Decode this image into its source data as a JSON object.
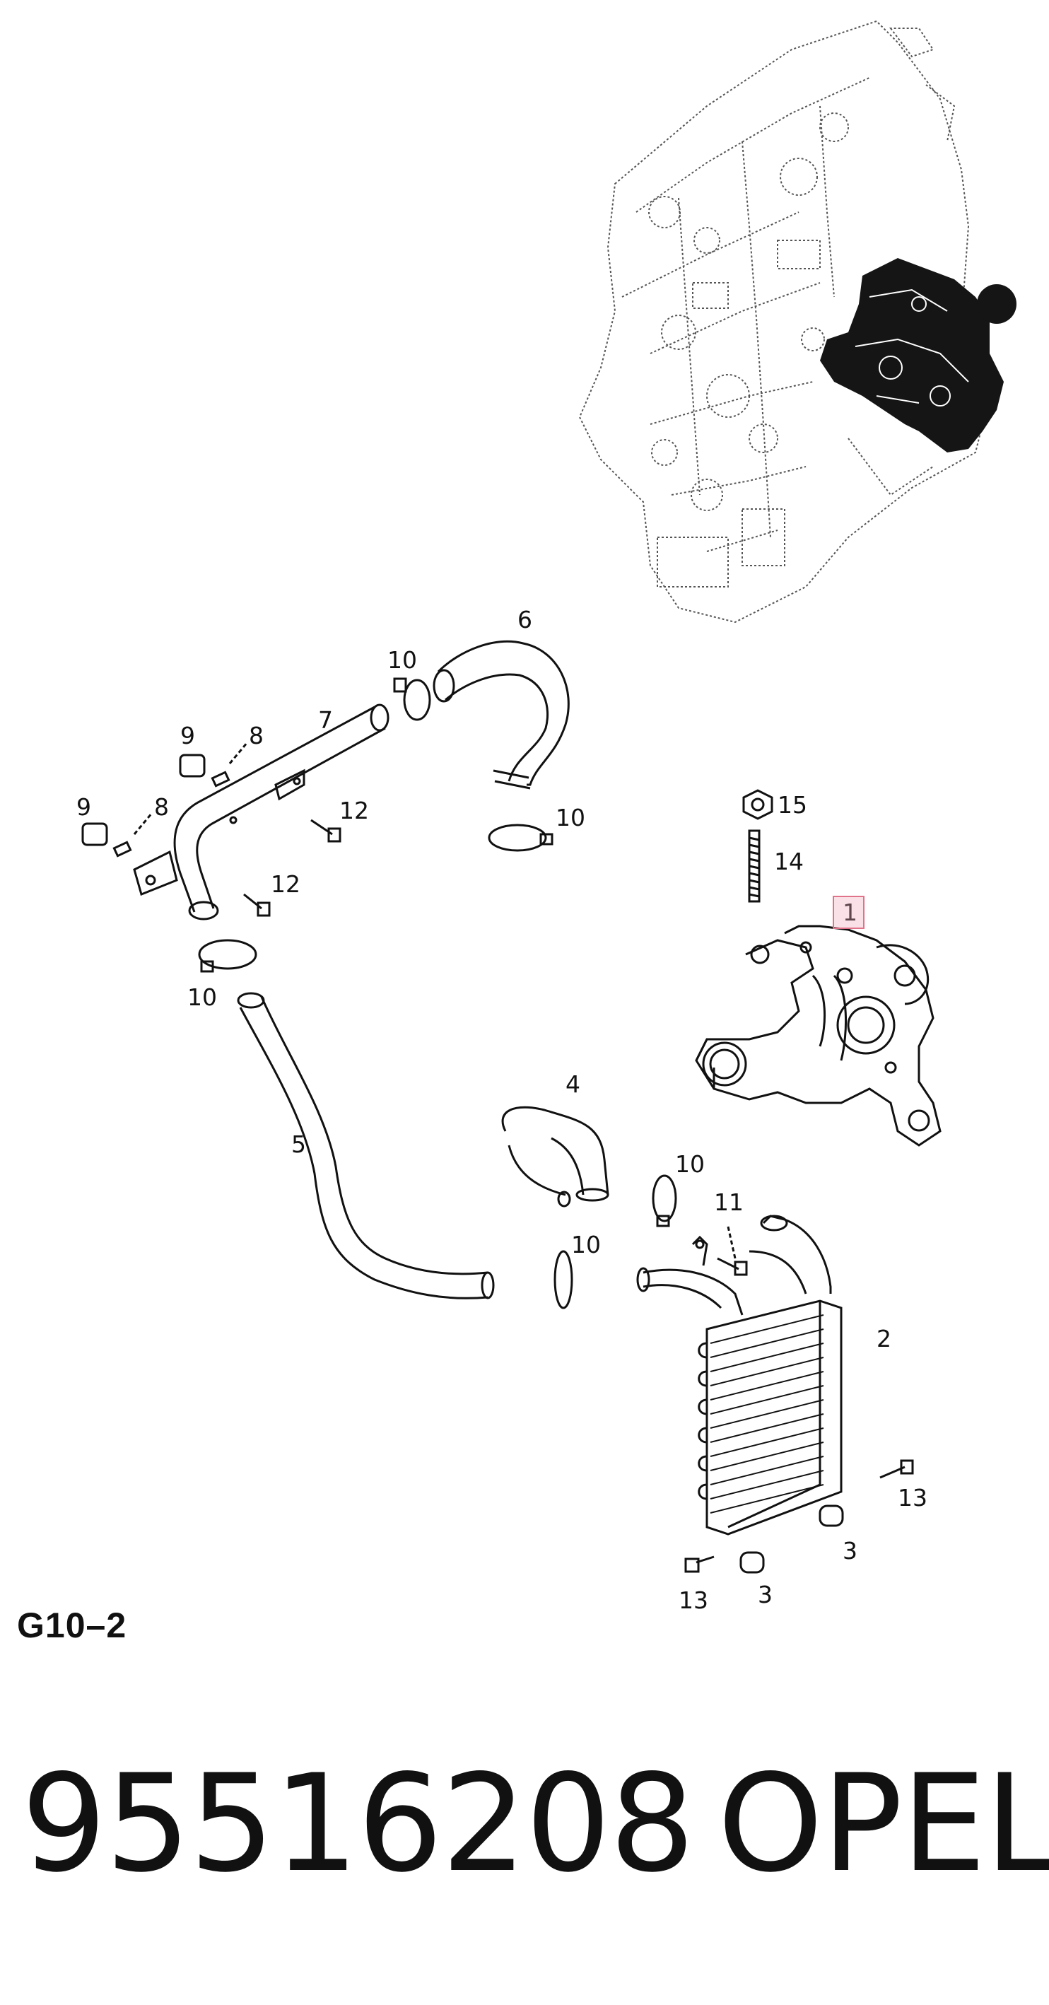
{
  "figure_code": "G10–2",
  "part_number": "95516208",
  "brand": "OPEL",
  "highlighted_callout": "1",
  "callouts": {
    "c1": "1",
    "c2": "2",
    "c3a": "3",
    "c3b": "3",
    "c4": "4",
    "c5": "5",
    "c6": "6",
    "c7": "7",
    "c8a": "8",
    "c8b": "8",
    "c9a": "9",
    "c9b": "9",
    "c10a": "10",
    "c10b": "10",
    "c10c": "10",
    "c10d": "10",
    "c10e": "10",
    "c11": "11",
    "c12a": "12",
    "c12b": "12",
    "c13a": "13",
    "c13b": "13",
    "c14": "14",
    "c15": "15"
  },
  "colors": {
    "ink": "#111111",
    "highlight_border": "#e0738a",
    "highlight_fill": "#f5c6d0"
  }
}
